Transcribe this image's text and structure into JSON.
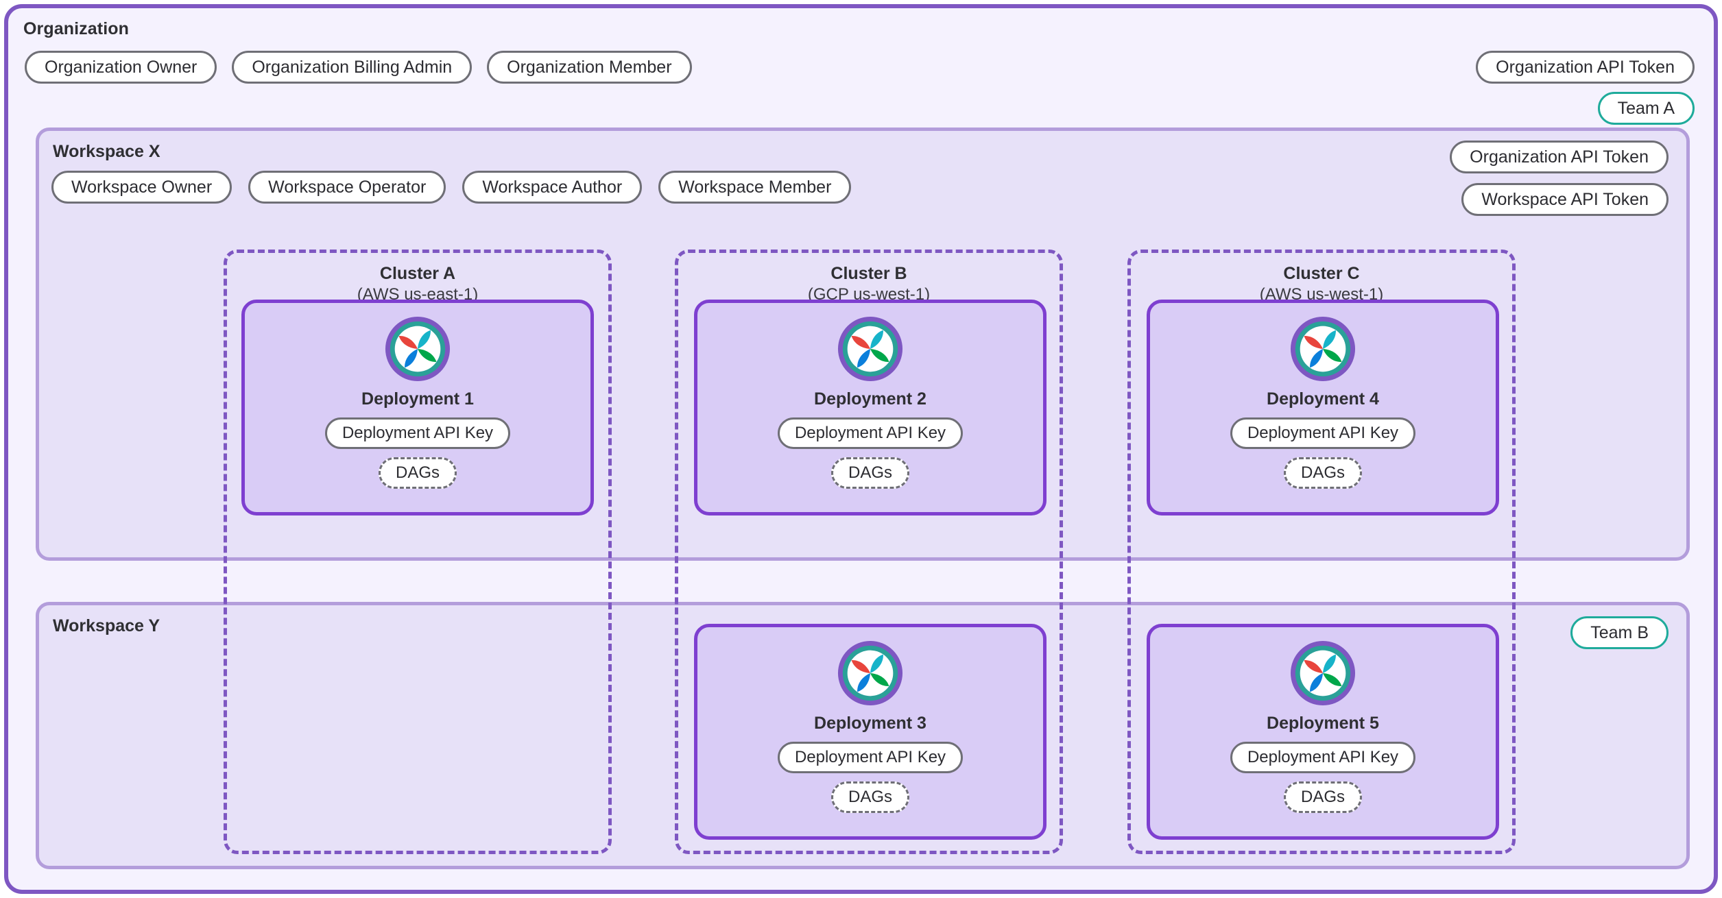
{
  "organization": {
    "title": "Organization",
    "roles": [
      "Organization Owner",
      "Organization Billing Admin",
      "Organization Member"
    ],
    "api_token": "Organization API Token",
    "team": "Team A"
  },
  "workspaces": [
    {
      "title": "Workspace X",
      "roles": [
        "Workspace Owner",
        "Workspace Operator",
        "Workspace Author",
        "Workspace Member"
      ],
      "tokens": [
        "Organization API Token",
        "Workspace API Token"
      ],
      "team": ""
    },
    {
      "title": "Workspace Y",
      "roles": [],
      "tokens": [],
      "team": "Team B"
    }
  ],
  "clusters": [
    {
      "name": "Cluster A",
      "region": "(AWS us-east-1)"
    },
    {
      "name": "Cluster B",
      "region": "(GCP us-west-1)"
    },
    {
      "name": "Cluster C",
      "region": "(AWS us-west-1)"
    }
  ],
  "deployments": [
    {
      "name": "Deployment 1",
      "api_key": "Deployment API Key",
      "dags": "DAGs",
      "cluster": "Cluster A",
      "workspace": "Workspace X"
    },
    {
      "name": "Deployment 2",
      "api_key": "Deployment API Key",
      "dags": "DAGs",
      "cluster": "Cluster B",
      "workspace": "Workspace X"
    },
    {
      "name": "Deployment 4",
      "api_key": "Deployment API Key",
      "dags": "DAGs",
      "cluster": "Cluster C",
      "workspace": "Workspace X"
    },
    {
      "name": "Deployment 3",
      "api_key": "Deployment API Key",
      "dags": "DAGs",
      "cluster": "Cluster B",
      "workspace": "Workspace Y"
    },
    {
      "name": "Deployment 5",
      "api_key": "Deployment API Key",
      "dags": "DAGs",
      "cluster": "Cluster C",
      "workspace": "Workspace Y"
    }
  ],
  "colors": {
    "org_border": "#7e57c2",
    "org_fill": "#f5f2fe",
    "workspace_border": "#b39ddb",
    "workspace_fill": "#e7e1f8",
    "cluster_border": "#7e57c2",
    "deployment_border": "#7e3fd0",
    "deployment_fill": "#d9ccf6",
    "pill_border": "#6f6f76",
    "team_border": "#1fab9b",
    "text": "#2f2f33"
  },
  "icons": {
    "airflow_logo": "airflow-pinwheel-icon"
  }
}
